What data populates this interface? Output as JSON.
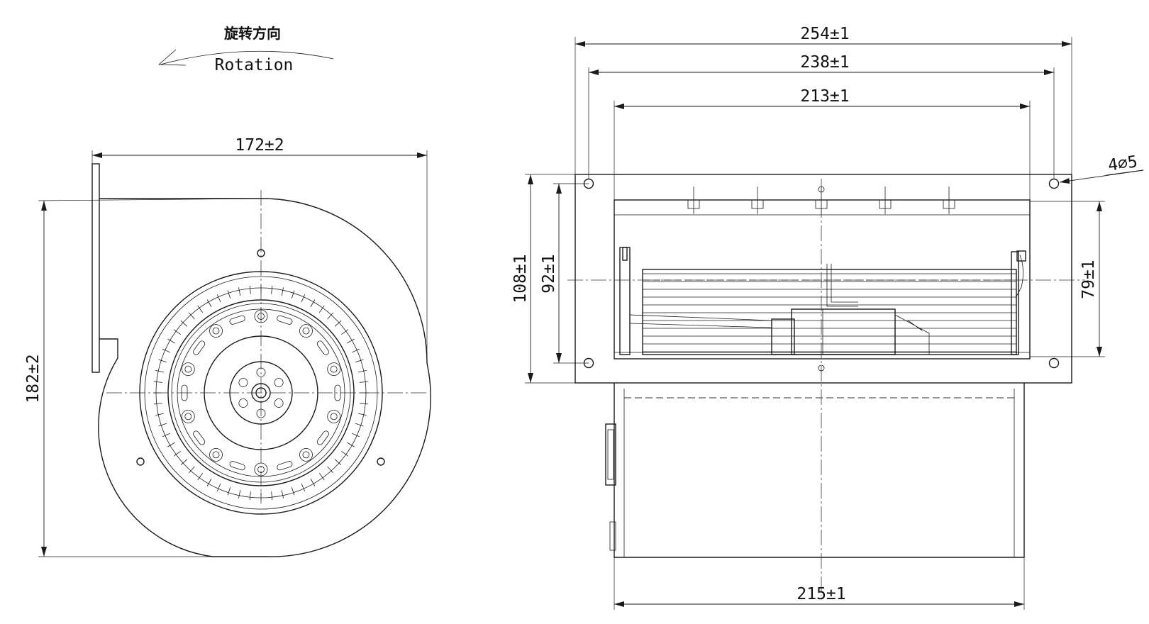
{
  "rotation": {
    "label_cn": "旋转方向",
    "label_en": "Rotation"
  },
  "front_view": {
    "width_dim": "172±2",
    "height_dim": "182±2"
  },
  "side_view": {
    "overall_width_dim": "254±1",
    "hole_spacing_dim": "238±1",
    "inlet_width_dim": "213±1",
    "housing_width_dim": "215±1",
    "flange_height_dim": "108±1",
    "hole_height_dim": "92±1",
    "outlet_height_dim": "79±1",
    "hole_callout": "4⌀5"
  }
}
